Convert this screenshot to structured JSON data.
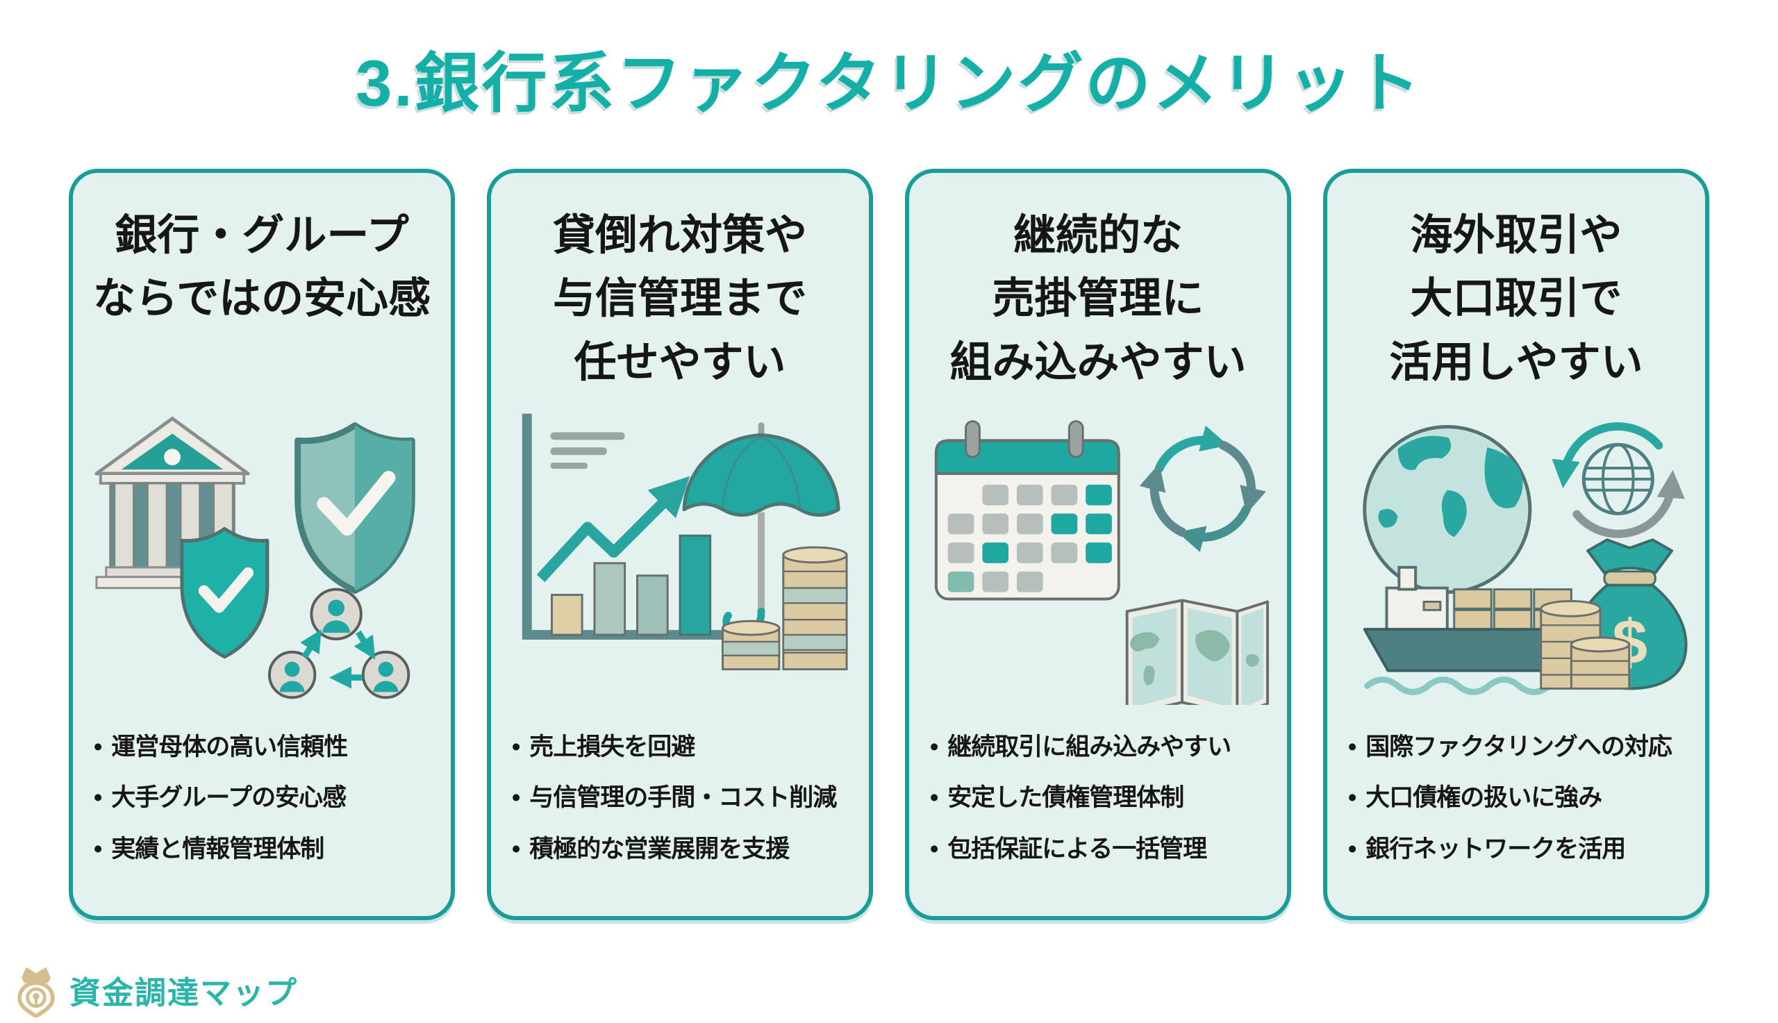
{
  "ui": {
    "bullet_char": "•"
  },
  "page": {
    "title": "3.銀行系ファクタリングのメリット",
    "colors": {
      "accent_teal": "#14b0a8",
      "card_border": "#1b9c96",
      "card_background": "#e3f1ef",
      "illustration_teal": "#2aa7a0",
      "illustration_slate": "#5d8a8c",
      "illustration_beige": "#dccba2",
      "text_black": "#161616",
      "logo_gold": "#d6bd8d",
      "logo_text_teal": "#2cb4ab"
    }
  },
  "cards": [
    {
      "title_lines": [
        "銀行・グループ",
        "ならではの安心感",
        ""
      ],
      "icons": [
        "bank-icon",
        "shield-check-small-icon",
        "shield-check-large-icon",
        "people-network-icon"
      ],
      "bullets": [
        "運営母体の高い信頼性",
        "大手グループの安心感",
        "実績と情報管理体制"
      ]
    },
    {
      "title_lines": [
        "貸倒れ対策や",
        "与信管理まで",
        "任せやすい"
      ],
      "icons": [
        "growth-chart-icon",
        "umbrella-icon",
        "coin-stacks-icon"
      ],
      "bullets": [
        "売上損失を回避",
        "与信管理の手間・コスト削減",
        "積極的な営業展開を支援"
      ]
    },
    {
      "title_lines": [
        "継続的な",
        "売掛管理に",
        "組み込みやすい"
      ],
      "icons": [
        "calendar-icon",
        "cycle-arrows-icon",
        "world-map-icon"
      ],
      "bullets": [
        "継続取引に組み込みやすい",
        "安定した債権管理体制",
        "包括保証による一括管理"
      ]
    },
    {
      "title_lines": [
        "海外取引や",
        "大口取引で",
        "活用しやすい"
      ],
      "icons": [
        "globe-ship-icon",
        "global-exchange-icon",
        "money-bag-coins-icon"
      ],
      "bullets": [
        "国際ファクタリングへの対応",
        "大口債権の扱いに強み",
        "銀行ネットワークを活用"
      ]
    }
  ],
  "footer": {
    "brand": "資金調達マップ"
  }
}
